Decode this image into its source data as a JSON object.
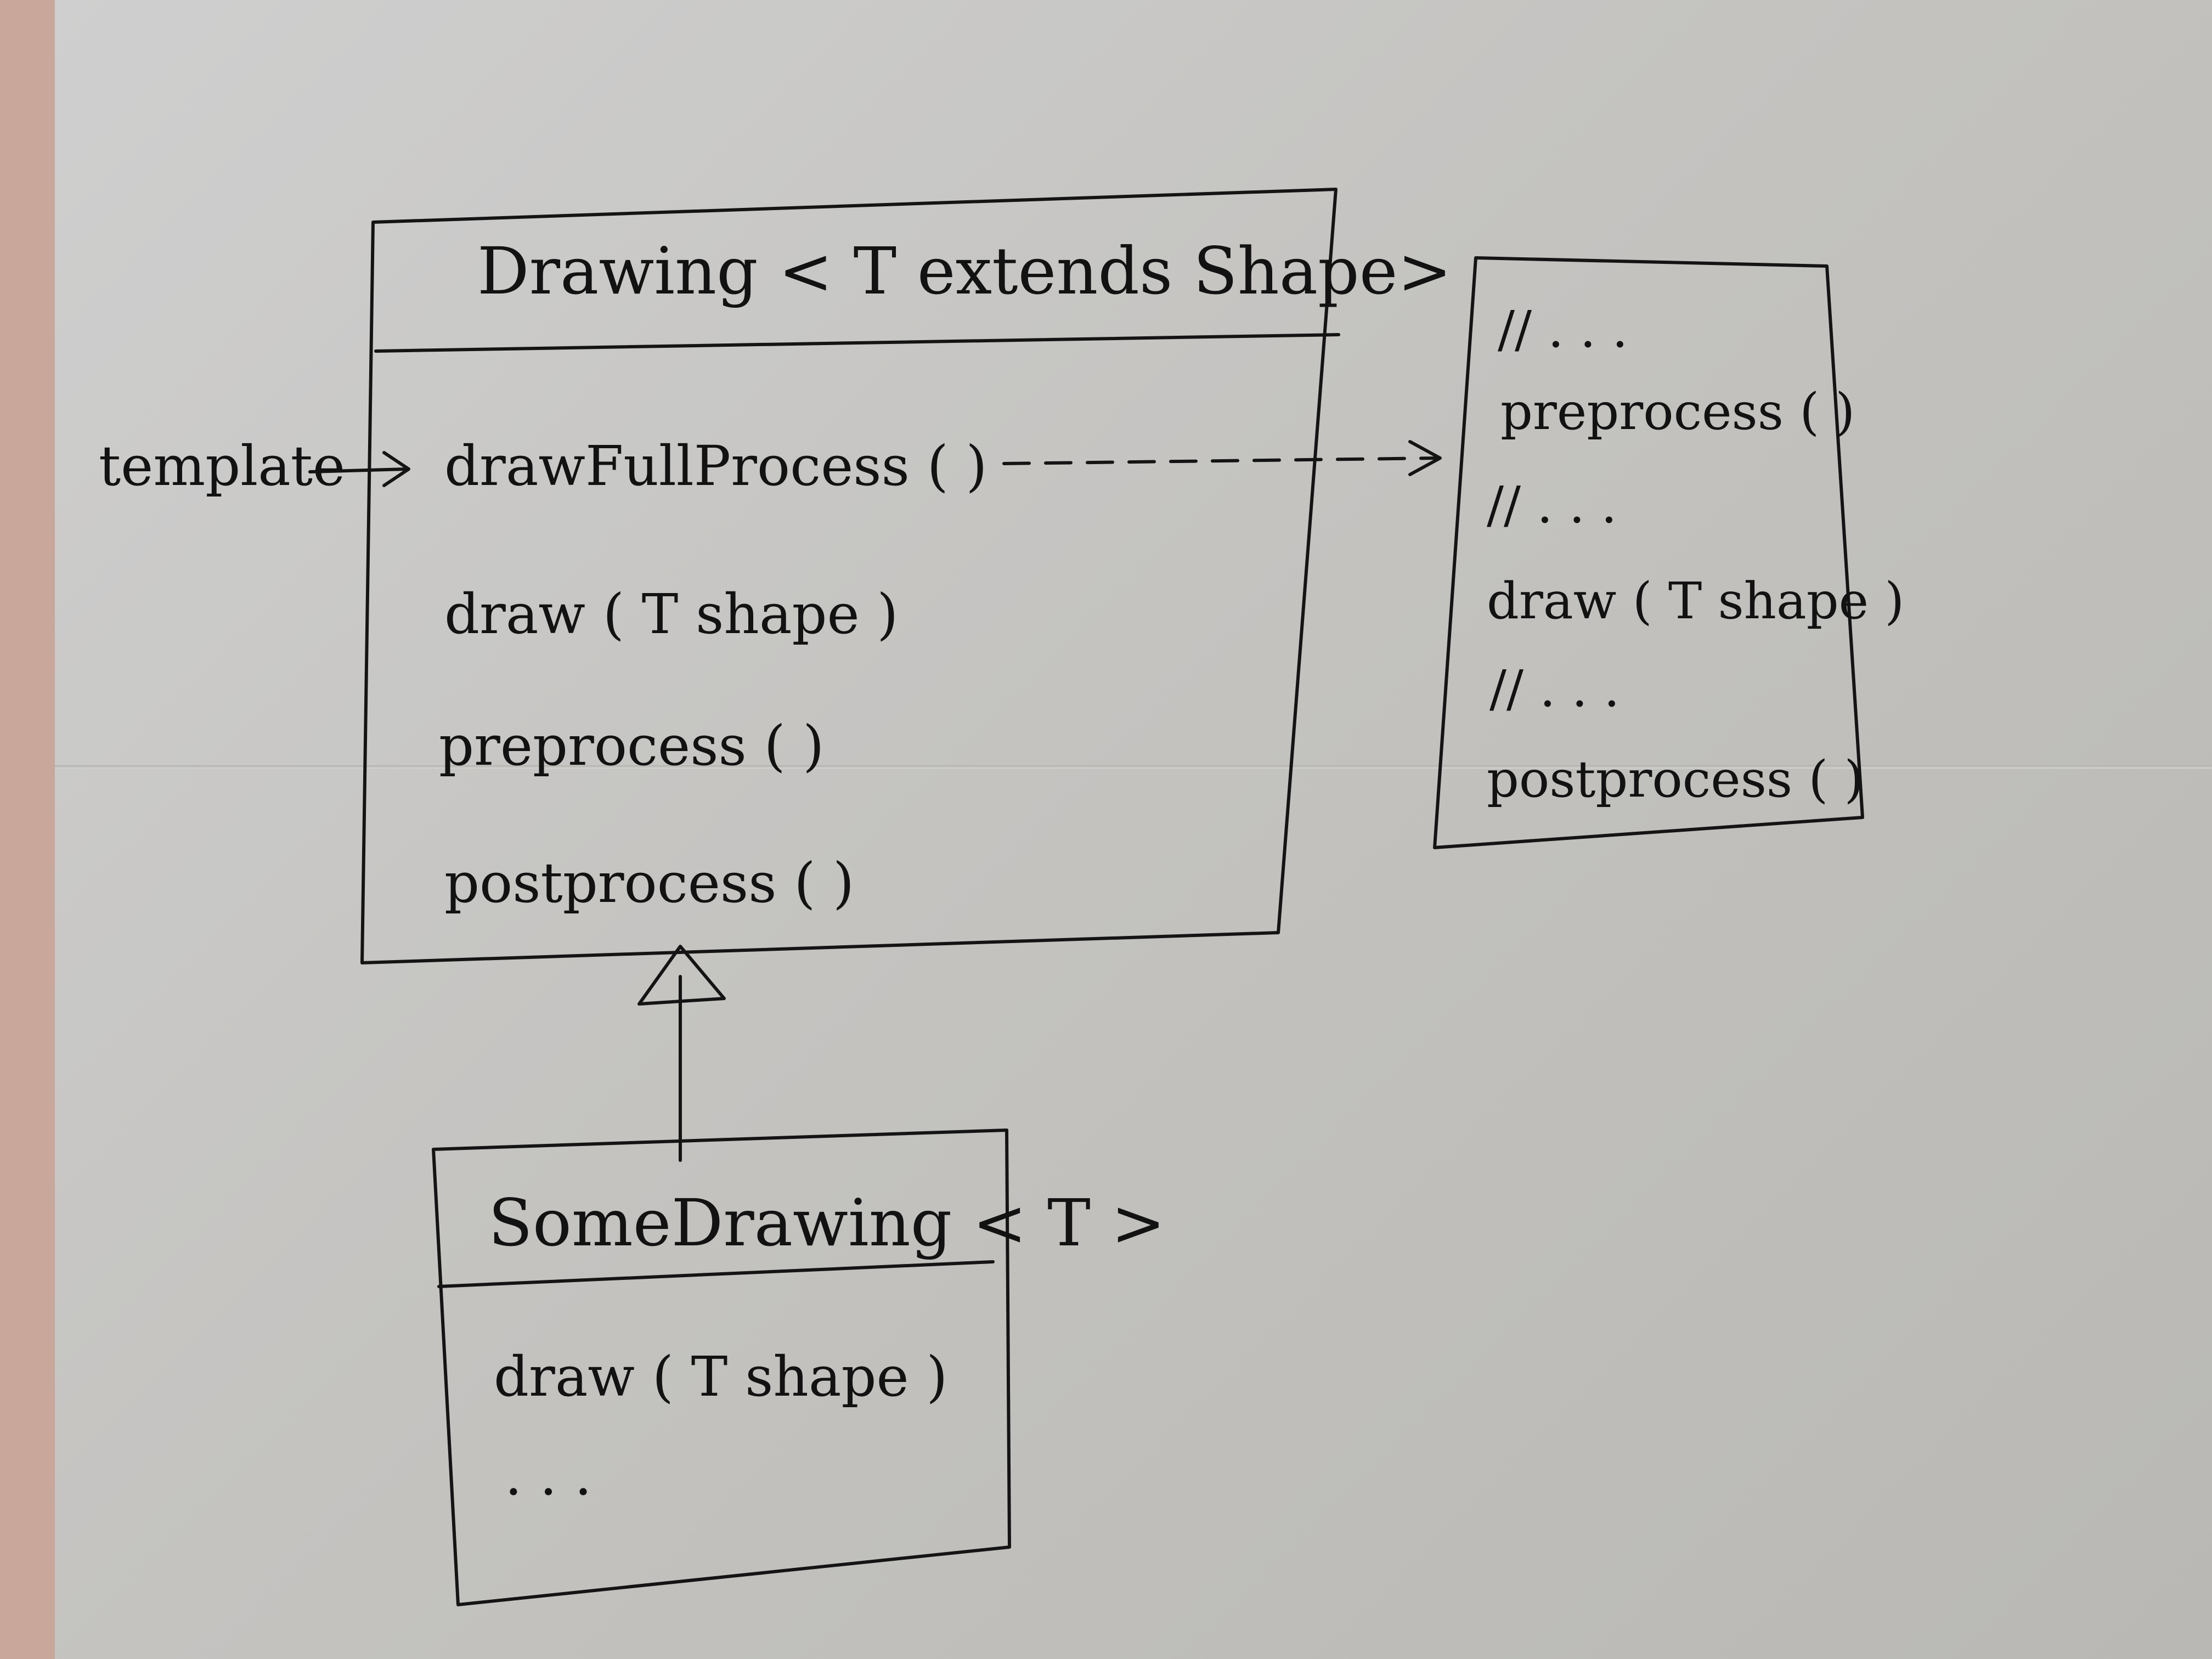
{
  "diagram": {
    "base_class": {
      "title": "Drawing < T extends Shape>",
      "members": [
        "drawFullProcess ( )",
        "draw ( T shape )",
        "preprocess ( )",
        "postprocess ( )"
      ]
    },
    "template_label": "template",
    "template_method_body": [
      "// . . .",
      "preprocess ( )",
      "// . . .",
      "draw ( T shape )",
      "// . . .",
      "postprocess ( )"
    ],
    "subclass": {
      "title": "SomeDrawing < T >",
      "members": [
        "draw ( T shape )",
        ". . ."
      ]
    }
  }
}
